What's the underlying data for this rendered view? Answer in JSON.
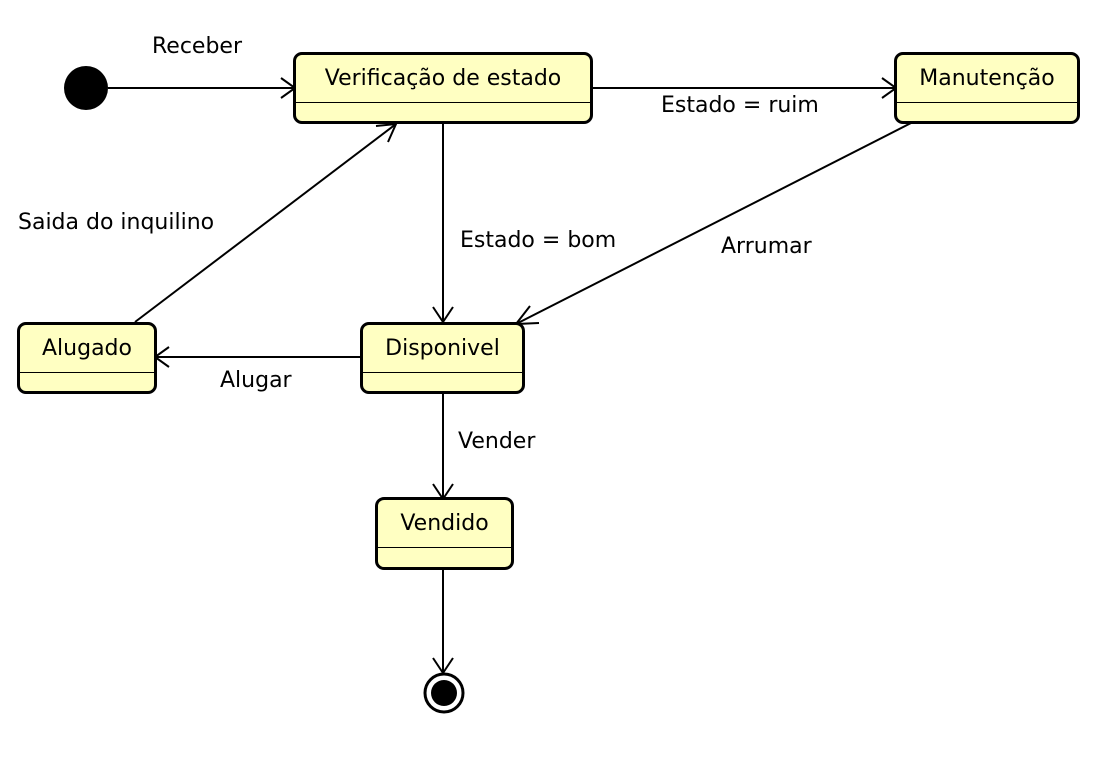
{
  "diagram": {
    "states": {
      "verificacao": "Verificação de estado",
      "manutencao": "Manutenção",
      "alugado": "Alugado",
      "disponivel": "Disponivel",
      "vendido": "Vendido"
    },
    "transitions": {
      "receber": "Receber",
      "estado_ruim": "Estado = ruim",
      "saida_inquilino": "Saida do inquilino",
      "estado_bom": "Estado = bom",
      "arrumar": "Arrumar",
      "alugar": "Alugar",
      "vender": "Vender"
    }
  },
  "colors": {
    "state_fill": "#ffffc2",
    "stroke": "#000000"
  }
}
